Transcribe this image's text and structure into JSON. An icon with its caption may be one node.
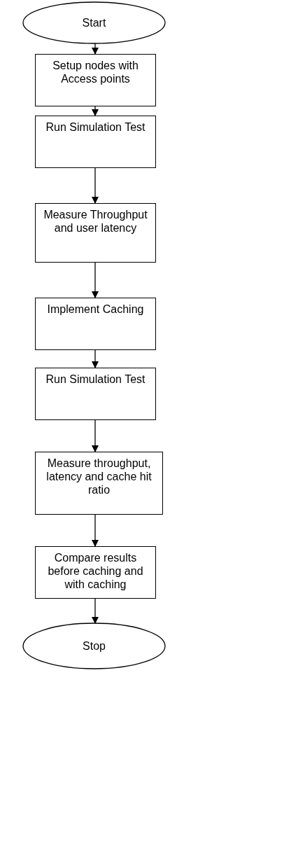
{
  "diagram": {
    "nodes": [
      {
        "text": [
          "Start"
        ]
      },
      {
        "text": [
          "Setup nodes with Access points"
        ]
      },
      {
        "text": [
          "Run Simulation Test"
        ]
      },
      {
        "text": [
          "Measure Throughput and user latency"
        ]
      },
      {
        "text": [
          "Implement Caching"
        ]
      },
      {
        "text": [
          "Run Simulation Test"
        ]
      },
      {
        "text": [
          "Measure throughput, latency and cache hit ratio"
        ]
      },
      {
        "text": [
          "Compare results before caching and with caching"
        ]
      },
      {
        "text": [
          "Stop"
        ]
      }
    ],
    "edges": [
      {
        "from": 0,
        "to": 1,
        "arrow": "to"
      },
      {
        "from": 1,
        "to": 2,
        "arrow": "to"
      },
      {
        "from": 2,
        "to": 3,
        "arrow": "to"
      },
      {
        "from": 3,
        "to": 4,
        "arrow": "to"
      },
      {
        "from": 4,
        "to": 5,
        "arrow": "to"
      },
      {
        "from": 5,
        "to": 6,
        "arrow": "to"
      },
      {
        "from": 6,
        "to": 7,
        "arrow": "to"
      },
      {
        "from": 7,
        "to": 8,
        "arrow": "to"
      }
    ]
  }
}
